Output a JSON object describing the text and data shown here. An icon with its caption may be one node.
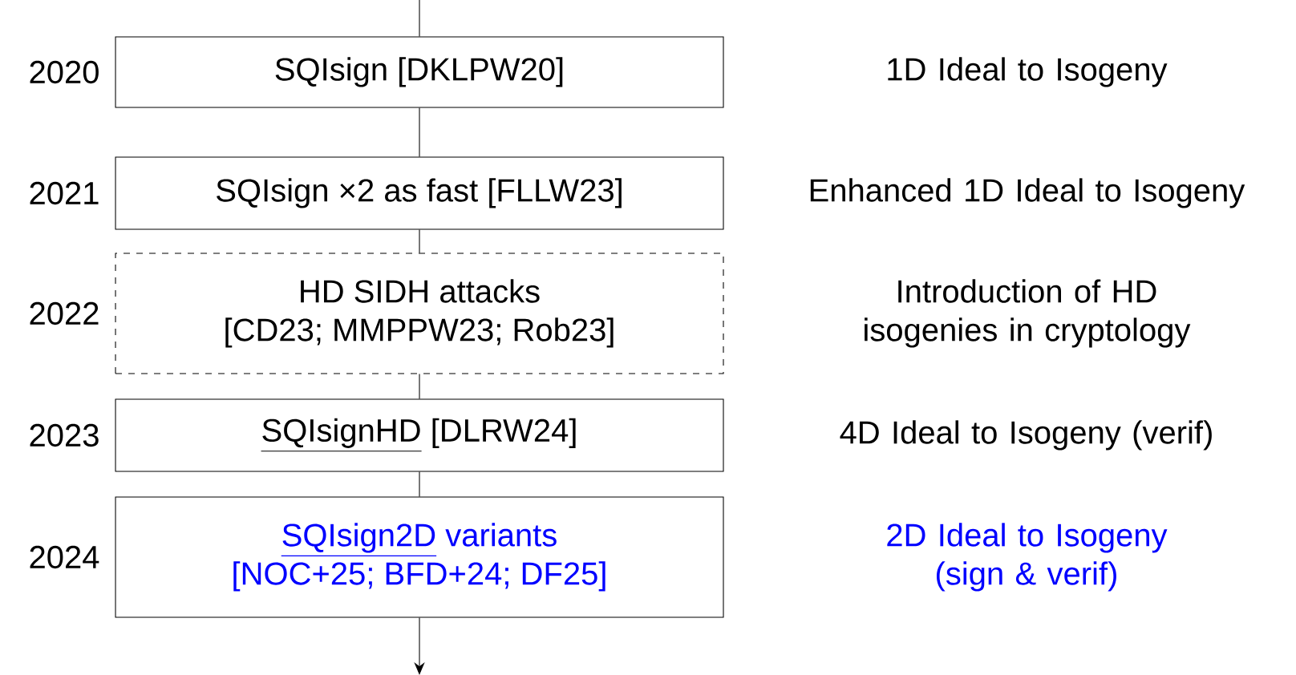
{
  "diagram": {
    "nodes": [
      {
        "text": [
          "SQIsign [DKLPW20]"
        ],
        "beside": [
          "2020"
        ]
      },
      {
        "text": [
          "SQIsign ×2 as fast [FLLW23]"
        ],
        "beside": [
          "2021"
        ]
      },
      {
        "text": [
          "HD SIDH attacks",
          "[CD23; MMPPW23; Rob23]"
        ],
        "beside": [
          "2022"
        ]
      },
      {
        "text": [
          "SQIsignHD",
          "[DLRW24]"
        ],
        "beside": [
          "2023"
        ]
      },
      {
        "text": [
          "SQIsign2D",
          "variants",
          "[NOC+25; BFD+24; DF25]"
        ],
        "beside": [
          "2024"
        ]
      }
    ],
    "edges": [
      {
        "from": null,
        "to": 0,
        "arrow": "none"
      },
      {
        "from": 0,
        "to": 1,
        "arrow": "none"
      },
      {
        "from": 1,
        "to": 2,
        "arrow": "none"
      },
      {
        "from": 2,
        "to": 3,
        "arrow": "none"
      },
      {
        "from": 3,
        "to": 4,
        "arrow": "none"
      },
      {
        "from": 4,
        "to": null,
        "arrow": "to"
      }
    ],
    "labels": [
      "1D Ideal to Isogeny",
      "Enhanced 1D Ideal to Isogeny",
      "Introduction of HD isogenies in cryptology",
      "4D Ideal to Isogeny (verif)",
      "2D Ideal to Isogeny (sign & verif)"
    ]
  }
}
